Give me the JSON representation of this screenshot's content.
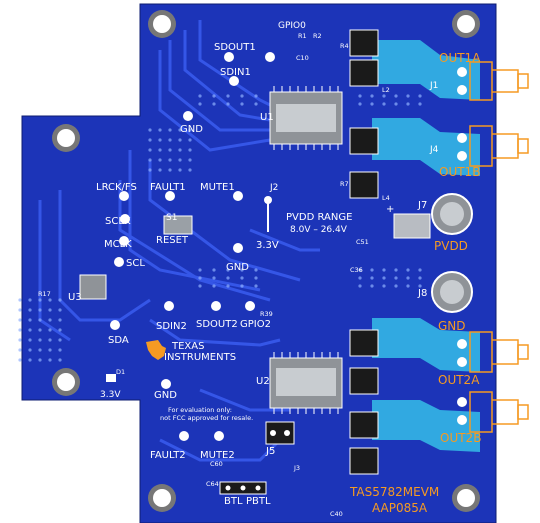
{
  "board": {
    "product": "TAS5782MEVM",
    "part_code": "AAP085A",
    "brand_line1": "TEXAS",
    "brand_line2": "INSTRUMENTS",
    "pvdd_range_title": "PVDD RANGE",
    "pvdd_range_value": "8.0V – 26.4V",
    "note_line1": "For evaluation only:",
    "note_line2": "not FCC approved for resale."
  },
  "test_points": {
    "sdout1": "SDOUT1",
    "sdin1": "SDIN1",
    "gpio0": "GPIO0",
    "gnd_top": "GND",
    "lrck": "LRCK/FS",
    "sclk": "SCLK",
    "mclk": "MCLK",
    "scl": "SCL",
    "sda": "SDA",
    "fault1": "FAULT1",
    "mute1": "MUTE1",
    "v33_top": "3.3V",
    "sdin2": "SDIN2",
    "sdout2": "SDOUT2",
    "gpio2": "GPIO2",
    "gnd_mid": "GND",
    "fault2": "FAULT2",
    "mute2": "MUTE2",
    "gnd_bottom": "GND",
    "v33_led": "3.3V"
  },
  "switches": {
    "s1": "S1",
    "reset": "RESET",
    "btl": "BTL",
    "pbtl": "PBTL"
  },
  "refdes": {
    "u1": "U1",
    "u2": "U2",
    "u3": "U3",
    "j1": "J1",
    "j2": "J2",
    "j3": "J3",
    "j4": "J4",
    "j5": "J5",
    "j7": "J7",
    "j8": "J8",
    "d1": "D1",
    "c51": "C51",
    "c36": "C36",
    "c40": "C40",
    "c60": "C60",
    "c64": "C64",
    "r1": "R1",
    "r2": "R2",
    "r4": "R4",
    "r7": "R7",
    "r17": "R17",
    "r39": "R39",
    "c10": "C10",
    "l2": "L2",
    "l4": "L4",
    "plus": "+"
  },
  "outputs": {
    "out1a": "OUT1A",
    "out1b": "OUT1B",
    "out2a": "OUT2A",
    "out2b": "OUT2B",
    "pvdd": "PVDD",
    "gnd": "GND"
  },
  "colors": {
    "board": "#1c34b8",
    "board_dark": "#152a94",
    "trace": "#2d4de0",
    "pour_cyan": "#34b6e6",
    "silkscreen": "#ffffff",
    "copper": "#f59a23",
    "ic_body": "#8f9398"
  }
}
